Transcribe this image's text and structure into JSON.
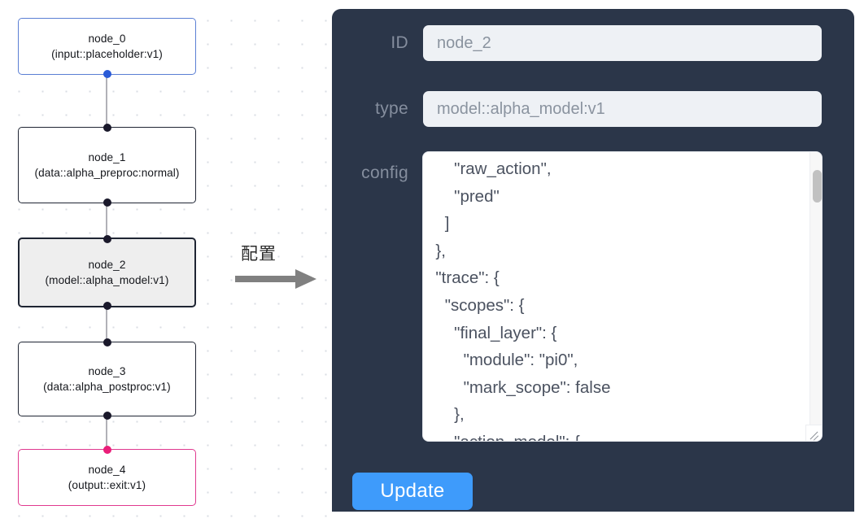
{
  "canvas": {
    "nodes": [
      {
        "id": "node_0",
        "title": "node_0",
        "subtitle": "(input::placeholder:v1)",
        "style": "blue",
        "selected": false
      },
      {
        "id": "node_1",
        "title": "node_1",
        "subtitle": "(data::alpha_preproc:normal)",
        "style": "default",
        "selected": false
      },
      {
        "id": "node_2",
        "title": "node_2",
        "subtitle": "(model::alpha_model:v1)",
        "style": "default",
        "selected": true
      },
      {
        "id": "node_3",
        "title": "node_3",
        "subtitle": "(data::alpha_postproc:v1)",
        "style": "default",
        "selected": false
      },
      {
        "id": "node_4",
        "title": "node_4",
        "subtitle": "(output::exit:v1)",
        "style": "pink",
        "selected": false
      }
    ],
    "edges": [
      {
        "from": "node_0",
        "to": "node_1"
      },
      {
        "from": "node_1",
        "to": "node_2"
      },
      {
        "from": "node_2",
        "to": "node_3"
      },
      {
        "from": "node_3",
        "to": "node_4"
      }
    ],
    "colors": {
      "node_border_default": "#1f2533",
      "node_border_blue": "#5b7fd4",
      "node_border_pink": "#e0398f",
      "node_selected_fill": "#eeeeee",
      "handle_default": "#1a192b",
      "handle_blue": "#2a5bd7",
      "handle_pink": "#ea1e79",
      "edge": "#b1b1b7",
      "grid_dot": "#d9dde3"
    }
  },
  "arrow": {
    "label": "配置",
    "color": "#808080"
  },
  "panel": {
    "background": "#2b3649",
    "fields": {
      "id": {
        "label": "ID",
        "value": "node_2"
      },
      "type": {
        "label": "type",
        "value": "model::alpha_model:v1"
      },
      "config": {
        "label": "config",
        "value": "      \"raw_action\",\n      \"pred\"\n    ]\n  },\n  \"trace\": {\n    \"scopes\": {\n      \"final_layer\": {\n        \"module\": \"pi0\",\n        \"mark_scope\": false\n      },\n      \"action_model\": {"
      }
    },
    "update_button": {
      "label": "Update",
      "color": "#3e9bfb"
    }
  }
}
